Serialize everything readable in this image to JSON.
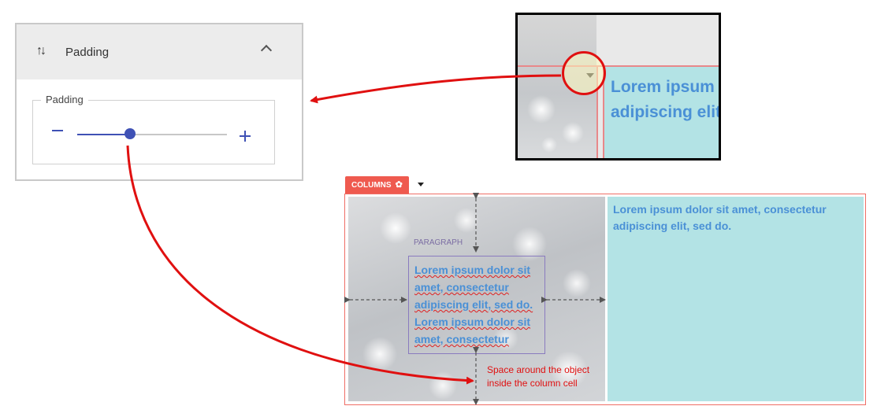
{
  "padding_panel": {
    "header_title": "Padding",
    "header_icon": "vertical-arrows-icon",
    "collapse_icon": "chevron-up-icon",
    "field_label": "Padding",
    "slider": {
      "min_symbol": "−",
      "max_symbol": "+",
      "value_fraction": 0.35
    },
    "accent_color": "#3f51b5"
  },
  "zoom_inset": {
    "text_line1": "Lorem ipsum",
    "text_line2": "adipiscing elit"
  },
  "columns_block": {
    "tag_label": "COLUMNS",
    "tag_icon": "gear-icon",
    "tag_color": "#ef5a4f",
    "text_cell": "Lorem ipsum dolor sit amet, consectetur adipiscing elit, sed do.",
    "paragraph_label": "PARAGRAPH",
    "paragraph_lines": [
      "Lorem ipsum dolor sit",
      "amet, consectetur",
      "adipiscing elit, sed do.",
      "Lorem ipsum dolor sit",
      "amet, consectetur"
    ],
    "annotation_line1": "Space around the object",
    "annotation_line2": "inside the column cell"
  }
}
